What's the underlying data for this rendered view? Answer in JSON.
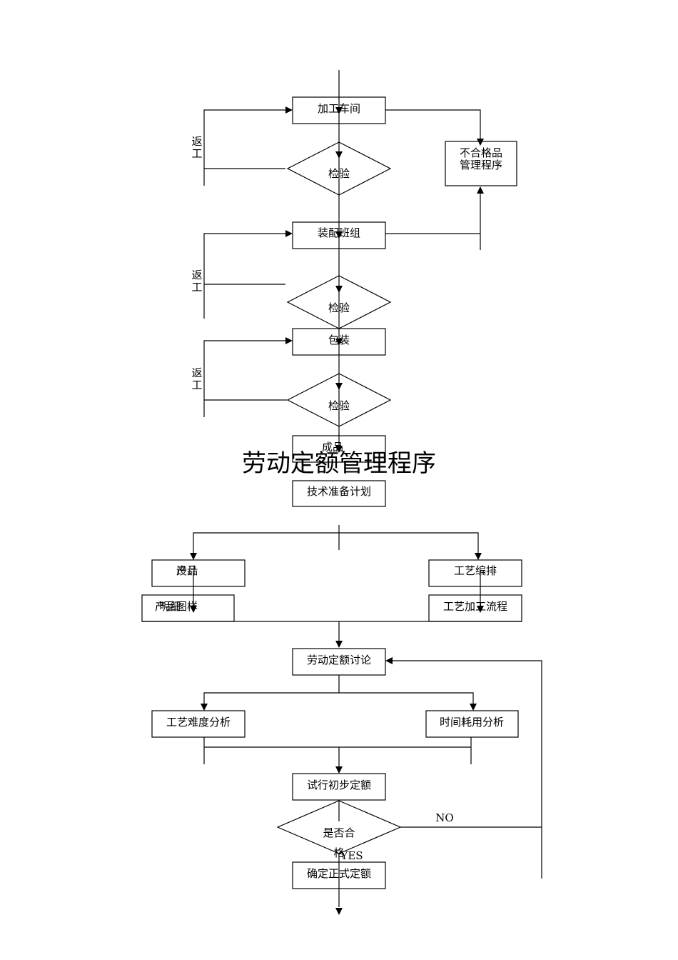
{
  "upper": {
    "machining_workshop": "加工车间",
    "inspection_1": "检验",
    "assembly_team": "装配班组",
    "inspection_2": "检验",
    "packaging": "包装",
    "inspection_3": "检验",
    "finished_product": "成品",
    "nonconforming_line1": "不合格品",
    "nonconforming_line2": "管理程序",
    "rework_1_a": "返",
    "rework_1_b": "工",
    "rework_2_a": "返",
    "rework_2_b": "工",
    "rework_3_a": "返",
    "rework_3_b": "工"
  },
  "lower": {
    "title": "劳动定额管理程序",
    "tech_prep_plan": "技术准备计划",
    "product_label": "产品",
    "product_overlap": "设计",
    "drawing_detail": "产品图样",
    "drawing_overlap": "明细",
    "process_arrange": "工艺编排",
    "process_flow": "工艺加工流程",
    "labor_quota_discussion": "劳动定额讨论",
    "process_difficulty": "工艺难度分析",
    "time_analysis": "时间耗用分析",
    "trial_quota": "试行初步定额",
    "qualified_q_line1": "是否合",
    "qualified_q_line2": "格",
    "yes_label": "YES",
    "no_label": "NO",
    "final_quota": "确定正式定额"
  }
}
